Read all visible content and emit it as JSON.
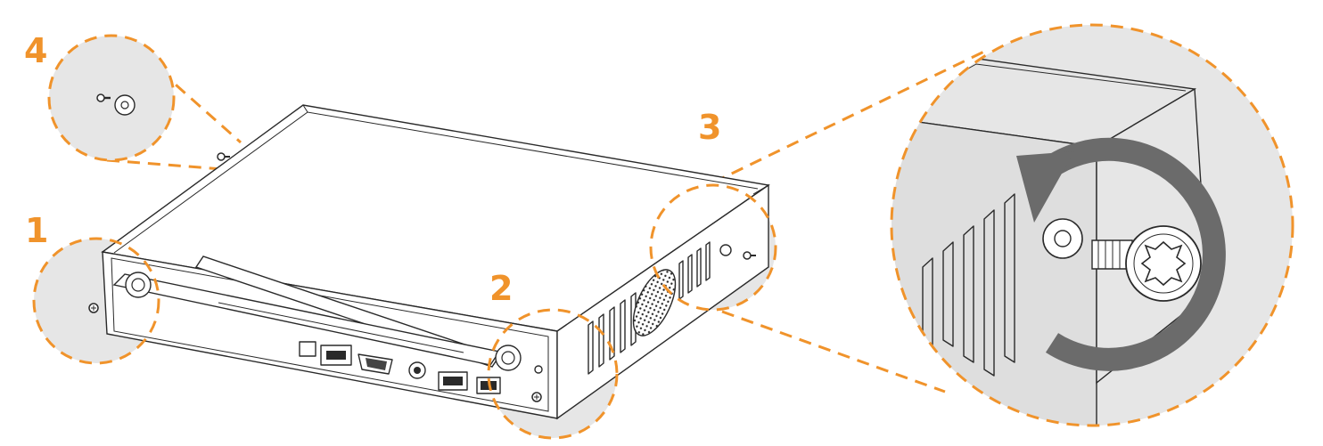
{
  "figure": {
    "callouts": [
      {
        "id": "step-1",
        "label": "1"
      },
      {
        "id": "step-2",
        "label": "2"
      },
      {
        "id": "step-3",
        "label": "3"
      },
      {
        "id": "step-4",
        "label": "4"
      }
    ],
    "colors": {
      "accent": "#F0932B",
      "highlight_fill": "#e6e6e6",
      "line": "#2a2a2a",
      "rotation_arrow": "#6b6b6b"
    },
    "icons": [
      "screw-icon",
      "washer-icon",
      "rotate-counterclockwise-arrow-icon",
      "antenna-icon",
      "fan-vent-icon"
    ]
  }
}
